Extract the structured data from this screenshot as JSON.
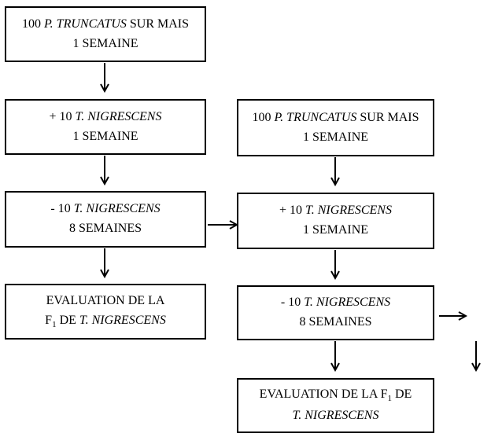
{
  "left": {
    "step1": {
      "count": "100",
      "species": "P. TRUNCATUS",
      "suffix": "SUR MAIS",
      "duration": "1 SEMAINE"
    },
    "step2": {
      "prefix": "+ 10",
      "species": "T. NIGRESCENS",
      "duration": "1 SEMAINE"
    },
    "step3": {
      "prefix": "- 10",
      "species": "T. NIGRESCENS",
      "duration": "8 SEMAINES"
    },
    "result": {
      "line1": "EVALUATION DE LA",
      "generation": "F",
      "subscript": "1",
      "middle": "DE",
      "species": "T. NIGRESCENS"
    }
  },
  "right": {
    "step1": {
      "count": "100",
      "species": "P. TRUNCATUS",
      "suffix": "SUR MAIS",
      "duration": "1 SEMAINE"
    },
    "step2": {
      "prefix": "+ 10",
      "species": "T. NIGRESCENS",
      "duration": "1 SEMAINE"
    },
    "step3": {
      "prefix": "- 10",
      "species": "T. NIGRESCENS",
      "duration": "8 SEMAINES"
    },
    "result": {
      "line1": "EVALUATION DE LA",
      "generation": "F",
      "subscript": "1",
      "middle": "DE",
      "species": "T. NIGRESCENS"
    }
  }
}
